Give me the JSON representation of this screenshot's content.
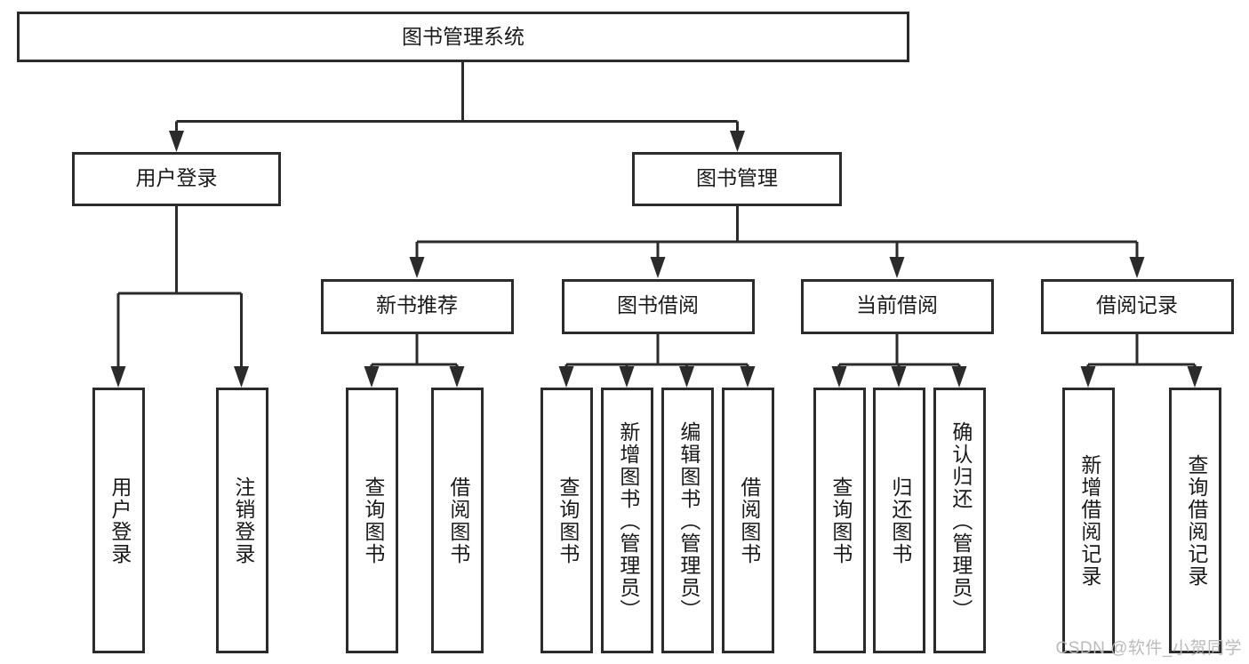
{
  "diagram": {
    "title": "图书管理系统",
    "type": "hierarchy-tree",
    "colors": {
      "box_stroke": "#2b2b2b",
      "box_fill": "#ffffff",
      "text": "#1a1a1a",
      "background": "#ffffff",
      "watermark": "#b8b8b8"
    },
    "root": {
      "label": "图书管理系统"
    },
    "level2": [
      {
        "label": "用户登录"
      },
      {
        "label": "图书管理"
      }
    ],
    "level3": [
      {
        "label": "新书推荐"
      },
      {
        "label": "图书借阅"
      },
      {
        "label": "当前借阅"
      },
      {
        "label": "借阅记录"
      }
    ],
    "leaves": {
      "user_login": [
        {
          "label": "用户登录"
        },
        {
          "label": "注销登录"
        }
      ],
      "new_book_recommend": [
        {
          "label": "查询图书"
        },
        {
          "label": "借阅图书"
        }
      ],
      "book_borrow": [
        {
          "label": "查询图书"
        },
        {
          "label": "新增图书（管理员）"
        },
        {
          "label": "编辑图书（管理员）"
        },
        {
          "label": "借阅图书"
        }
      ],
      "current_borrow": [
        {
          "label": "查询图书"
        },
        {
          "label": "归还图书"
        },
        {
          "label": "确认归还（管理员）"
        }
      ],
      "borrow_record": [
        {
          "label": "新增借阅记录"
        },
        {
          "label": "查询借阅记录"
        }
      ]
    }
  },
  "watermark": {
    "text": "CSDN @软件_小贺同学"
  }
}
